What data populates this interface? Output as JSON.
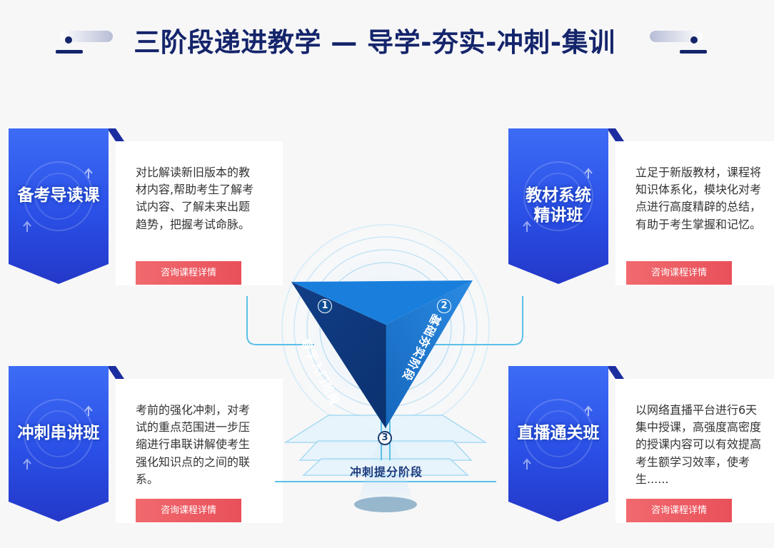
{
  "page": {
    "title": "三阶段递进教学 — 导学-夯实-冲刺-集训"
  },
  "colors": {
    "title": "#15256b",
    "ribbon_blue": "#2a53e8",
    "button_red": "#ee5c63",
    "stage1_blue": "#0f4c90",
    "stage2_blue": "#1f7fd6",
    "connector": "#5bc0e8"
  },
  "cards": [
    {
      "title_line1": "备考导读课",
      "title_line2": "",
      "description": "对比解读新旧版本的教材内容,帮助考生了解考试内容、了解未来出题趋势，把握考试命脉。",
      "button_label": "咨询课程详情"
    },
    {
      "title_line1": "教材系统",
      "title_line2": "精讲班",
      "description": "立足于新版教材，课程将知识体系化，模块化对考点进行高度精辟的总结，有助于考生掌握和记忆。",
      "button_label": "咨询课程详情"
    },
    {
      "title_line1": "冲刺串讲班",
      "title_line2": "",
      "description": "考前的强化冲刺，对考试的重点范围进一步压缩进行串联讲解使考生强化知识点的之间的联系。",
      "button_label": "咨询课程详情"
    },
    {
      "title_line1": "直播通关班",
      "title_line2": "",
      "description": "以网络直播平台进行6天集中授课，高强度高密度的授课内容可以有效提高考生额学习效率，使考生......",
      "button_label": "咨询课程详情"
    }
  ],
  "diagram": {
    "stage1": {
      "num": "1",
      "label": "导学入门阶段"
    },
    "stage2": {
      "num": "2",
      "label": "基础夯实阶段"
    },
    "stage3": {
      "num": "3",
      "label": "冲刺提分阶段"
    }
  }
}
